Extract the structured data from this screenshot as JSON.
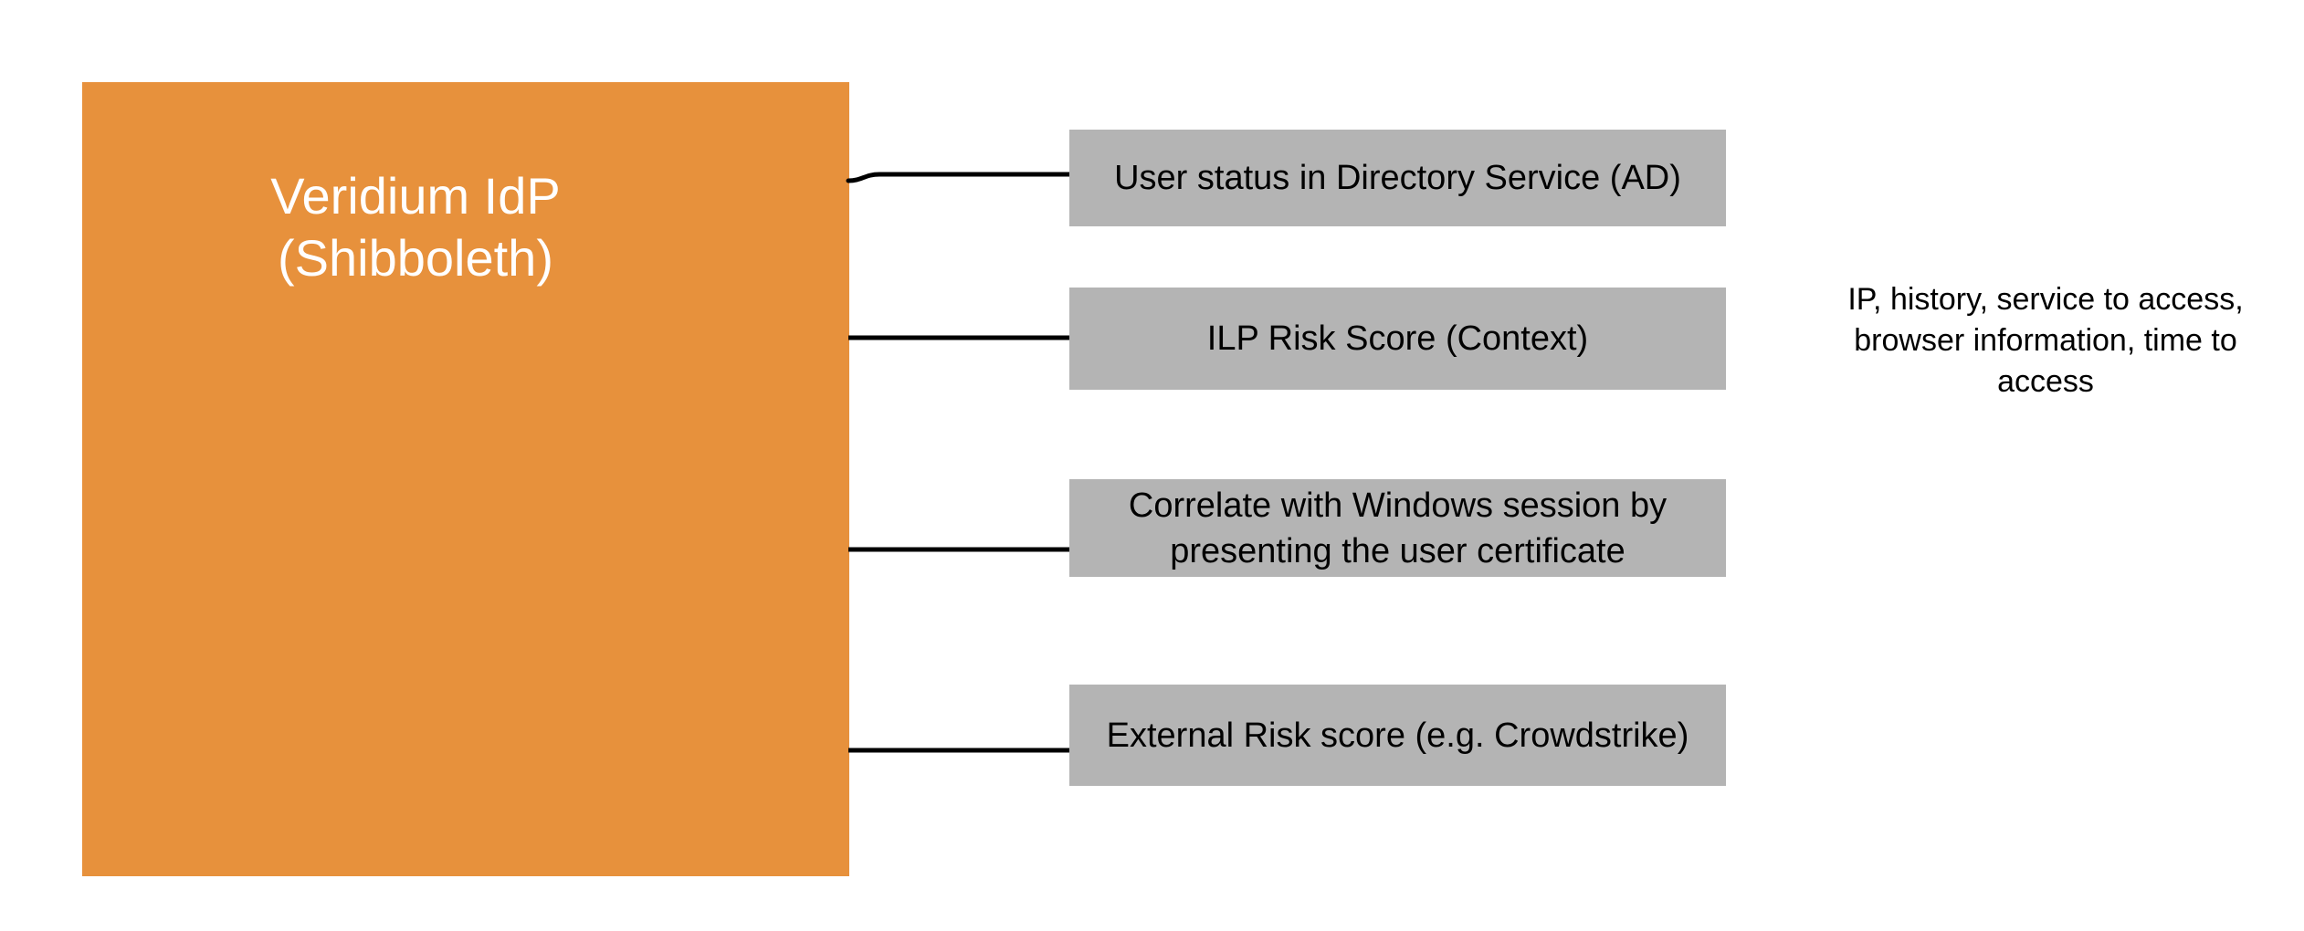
{
  "diagram": {
    "idp_box": {
      "label": "Veridium IdP\n(Shibboleth)",
      "fill": "#E7913C",
      "text_color": "#FFFFFF"
    },
    "factor_box_fill": "#B4B4B4",
    "factor_boxes": [
      {
        "label": "User status in Directory Service (AD)"
      },
      {
        "label": "ILP Risk Score (Context)"
      },
      {
        "label": "Correlate with Windows session by\npresenting the user certificate"
      },
      {
        "label": "External Risk score (e.g. Crowdstrike)"
      }
    ],
    "annotation": {
      "text": "IP, history, service to access,\nbrowser information, time to\naccess"
    },
    "connector_color": "#000000"
  }
}
